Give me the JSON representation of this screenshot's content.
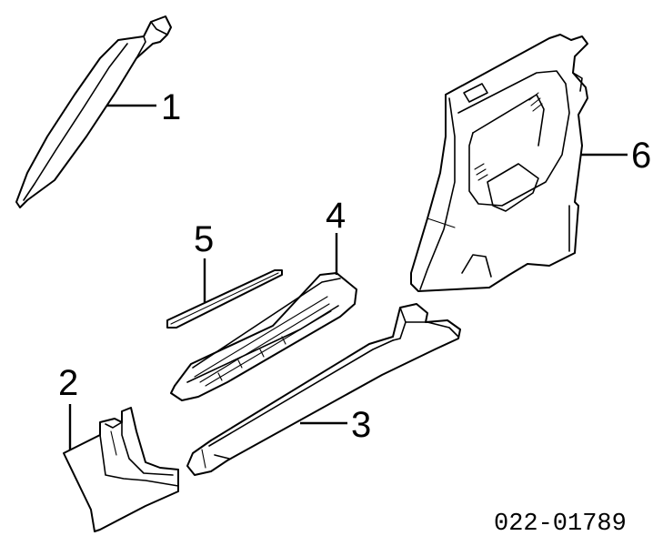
{
  "callouts": {
    "c1": "1",
    "c2": "2",
    "c3": "3",
    "c4": "4",
    "c5": "5",
    "c6": "6"
  },
  "diagram_code": "022-01789",
  "colors": {
    "line": "#000000",
    "background": "#ffffff"
  }
}
